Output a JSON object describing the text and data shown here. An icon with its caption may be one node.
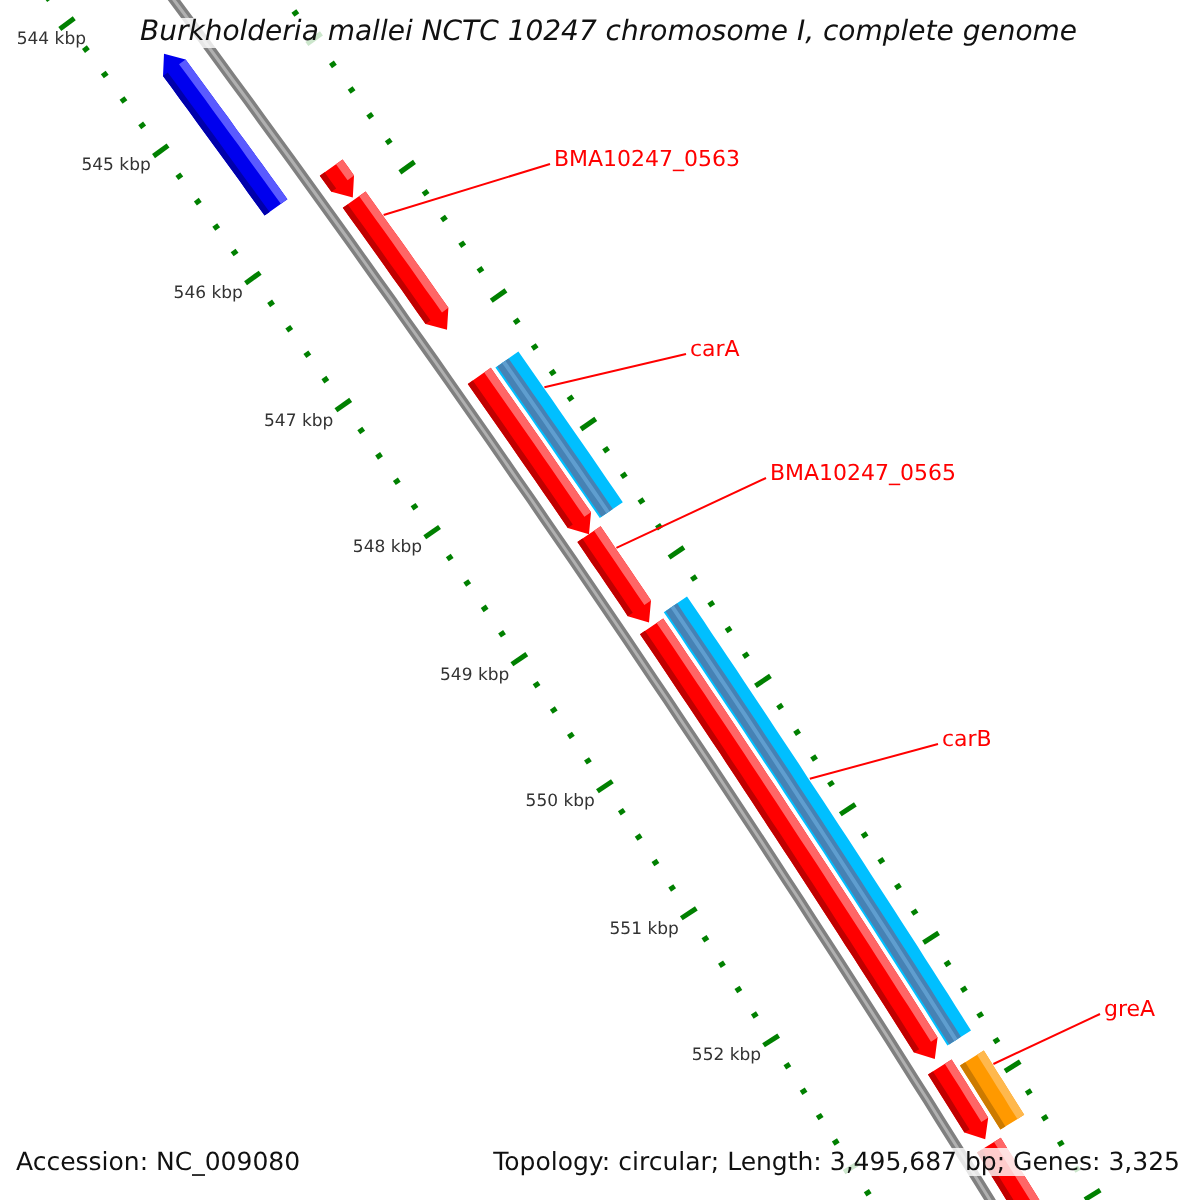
{
  "diagram": {
    "title": "Burkholderia mallei NCTC 10247 chromosome I, complete genome",
    "nodes": [
      {
        "text": [
          "BMA10247_0563"
        ]
      },
      {
        "text": [],
        "shape": "bar"
      },
      {
        "text": [
          "carA"
        ]
      },
      {
        "text": [],
        "shape": "bar"
      },
      {
        "text": [
          "BMA10247_0565"
        ]
      },
      {
        "text": [],
        "shape": "bar"
      },
      {
        "text": [
          "carB"
        ]
      },
      {
        "text": [],
        "shape": "bar"
      },
      {
        "text": [
          "greA"
        ]
      },
      {
        "text": [],
        "shape": "bar"
      }
    ],
    "edges": [
      {
        "from": 0,
        "to": 1,
        "arrow": "none"
      },
      {
        "from": 2,
        "to": 3,
        "arrow": "none"
      },
      {
        "from": 4,
        "to": 5,
        "arrow": "none"
      },
      {
        "from": 6,
        "to": 7,
        "arrow": "none"
      },
      {
        "from": 8,
        "to": 9,
        "arrow": "none"
      }
    ],
    "labels": [
      "544 kbp",
      "545 kbp",
      "546 kbp",
      "547 kbp",
      "548 kbp",
      "549 kbp",
      "550 kbp",
      "551 kbp",
      "552 kbp",
      "Accession: NC_009080",
      "Topology: circular; Length: 3,495,687 bp; Genes: 3,325"
    ]
  }
}
